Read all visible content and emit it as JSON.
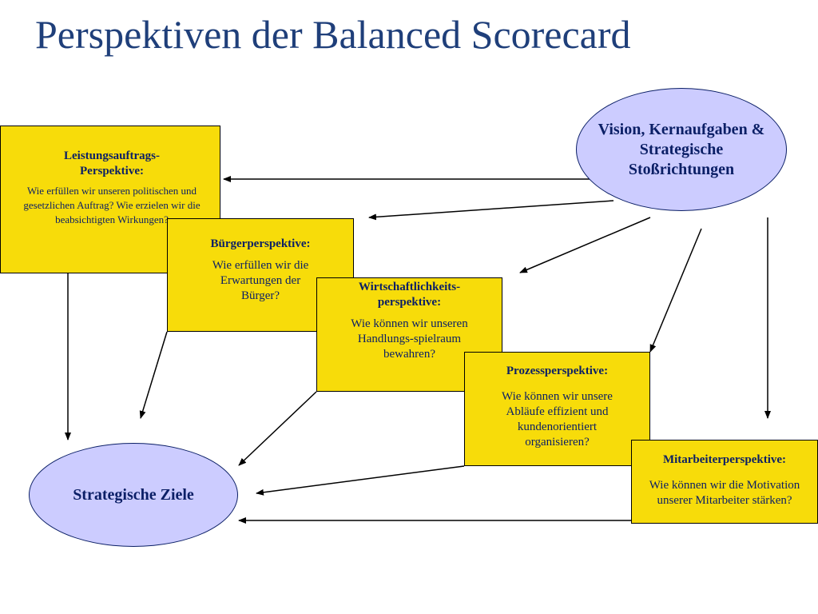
{
  "title": "Perspektiven der Balanced Scorecard",
  "vision": "Vision, Kernaufgaben & Strategische Stoßrichtungen",
  "goals": "Strategische Ziele",
  "perspectives": [
    {
      "heading": "Leistungsauftrags-Perspektive:",
      "question": "Wie erfüllen wir unseren politischen und gesetzlichen Auftrag? Wie erzielen wir die beabsichtigten Wirkungen?"
    },
    {
      "heading": "Bürgerperspektive:",
      "question": "Wie erfüllen wir die Erwartungen der Bürger?"
    },
    {
      "heading": "Wirtschaftlichkeits-perspektive:",
      "question": "Wie können wir unseren Handlungs-spielraum bewahren?"
    },
    {
      "heading": "Prozessperspektive:",
      "question": "Wie können wir unsere Abläufe effizient und kundenorientiert organisieren?"
    },
    {
      "heading": "Mitarbeiterperspektive:",
      "question": "Wie können wir die Motivation unserer Mitarbeiter stärken?"
    }
  ],
  "colors": {
    "title": "#1f3f7a",
    "box_fill": "#f7dc0a",
    "ellipse_fill": "#ccccff",
    "text": "#0b1f66"
  }
}
